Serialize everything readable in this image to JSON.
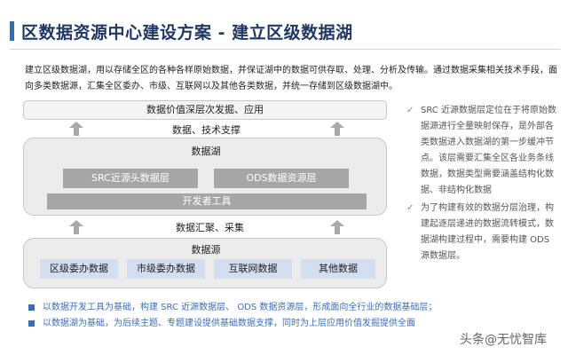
{
  "header": {
    "title": "区数据资源中心建设方案 - 建立区级数据湖"
  },
  "intro": "建立区级数据湖，用以存储全区的各种各样原始数据，并保证湖中的数据可供存取、处理、分析及传输。通过数据采集相关技术手段，面向多类数据源，汇集全区委办、市级、互联网以及其他各类数据，并统一存储到区级数据湖中。",
  "diagram": {
    "top_box": "数据价值深层次发掘、应用",
    "upper_connector": "数据、技术支撑",
    "lake": {
      "title": "数据湖",
      "src_layer": "SRC近源头数据层",
      "ods_layer": "ODS数据资源层",
      "dev_tools": "开发者工具"
    },
    "lower_connector": "数据汇聚、采集",
    "source": {
      "title": "数据源",
      "items": [
        "区级委办数据",
        "市级委办数据",
        "互联网数据",
        "其他数据"
      ]
    }
  },
  "side_notes": [
    "SRC 近源数据层定位在于将原始数据源进行全量映射保存，是外部各类数据进入数据湖的第一步缓冲节点。该层需要汇集全区各业务条线数据，数据类型需要涵盖结构化数据、非结构化数据",
    "为了构建有效的数据分层治理，构建起逐层递进的数据流转模式，数据湖构建过程中，需要构建 ODS 源数据层。"
  ],
  "bottom_notes": [
    "以数据开发工具为基础，构建 SRC 近源数据层、 ODS 数据资源层，形成面向全行业的数据基础层；",
    "以数据湖为基础，为后续主题、专题建设提供基础数据支撑，同时为上层应用价值发掘提供全面"
  ],
  "watermark": "头条@无忧智库",
  "colors": {
    "title": "#1f3864",
    "accent": "#2e6fb7",
    "note_blue": "#3b6fb5",
    "layer_gray": "#a6a6a6",
    "source_item": "#d3def0"
  }
}
